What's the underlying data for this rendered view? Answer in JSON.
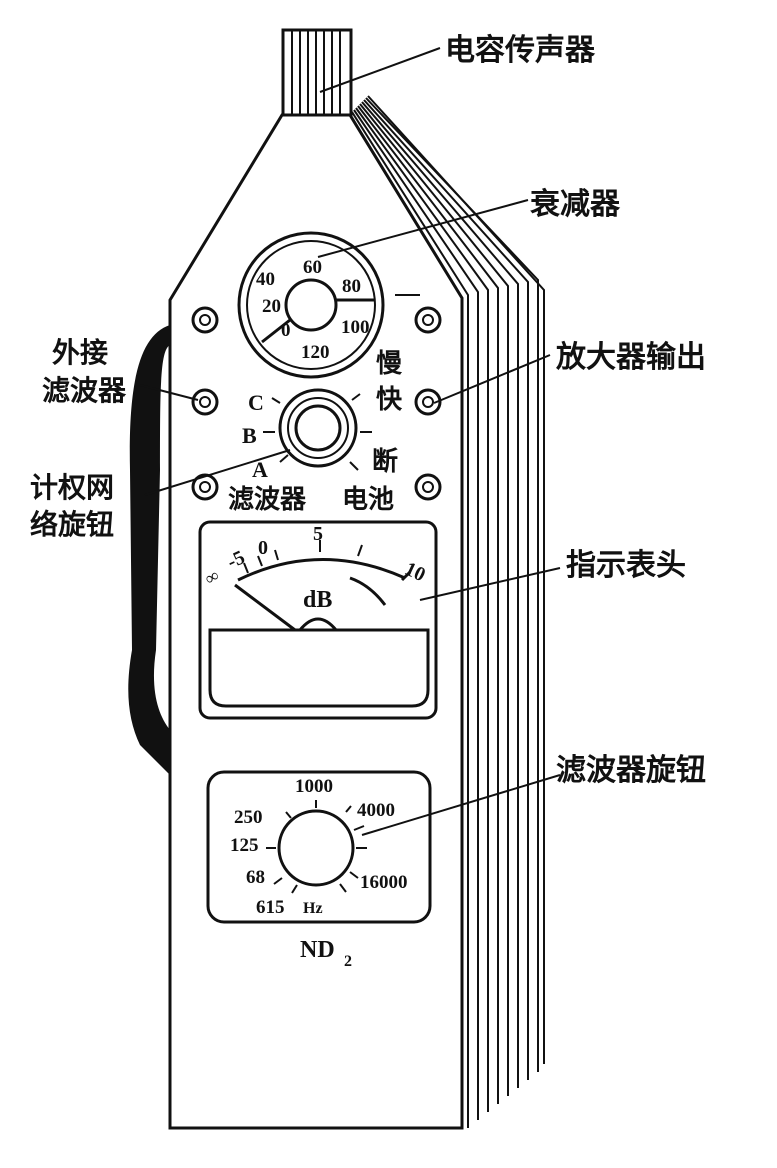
{
  "callouts": {
    "microphone": "电容传声器",
    "attenuator": "衰减器",
    "external_filter_line1": "外接",
    "external_filter_line2": "滤波器",
    "amp_output": "放大器输出",
    "weighting_knob_line1": "计权网",
    "weighting_knob_line2": "络旋钮",
    "meter_head": "指示表头",
    "filter_knob": "滤波器旋钮"
  },
  "attenuator_scale": [
    "60",
    "40",
    "80",
    "20",
    "0",
    "100",
    "120"
  ],
  "weighting": {
    "positions": [
      "C",
      "B",
      "A"
    ],
    "under_label": "滤波器",
    "slow": "慢",
    "fast": "快",
    "off": "断",
    "battery": "电池"
  },
  "meter": {
    "scale": [
      "∞",
      "-5",
      "0",
      "5",
      "10"
    ],
    "unit": "dB"
  },
  "filter_panel": {
    "scale": [
      "1000",
      "4000",
      "250",
      "125",
      "68",
      "16000",
      "615"
    ],
    "unit": "Hz",
    "model": "ND",
    "model_sub": "2"
  }
}
